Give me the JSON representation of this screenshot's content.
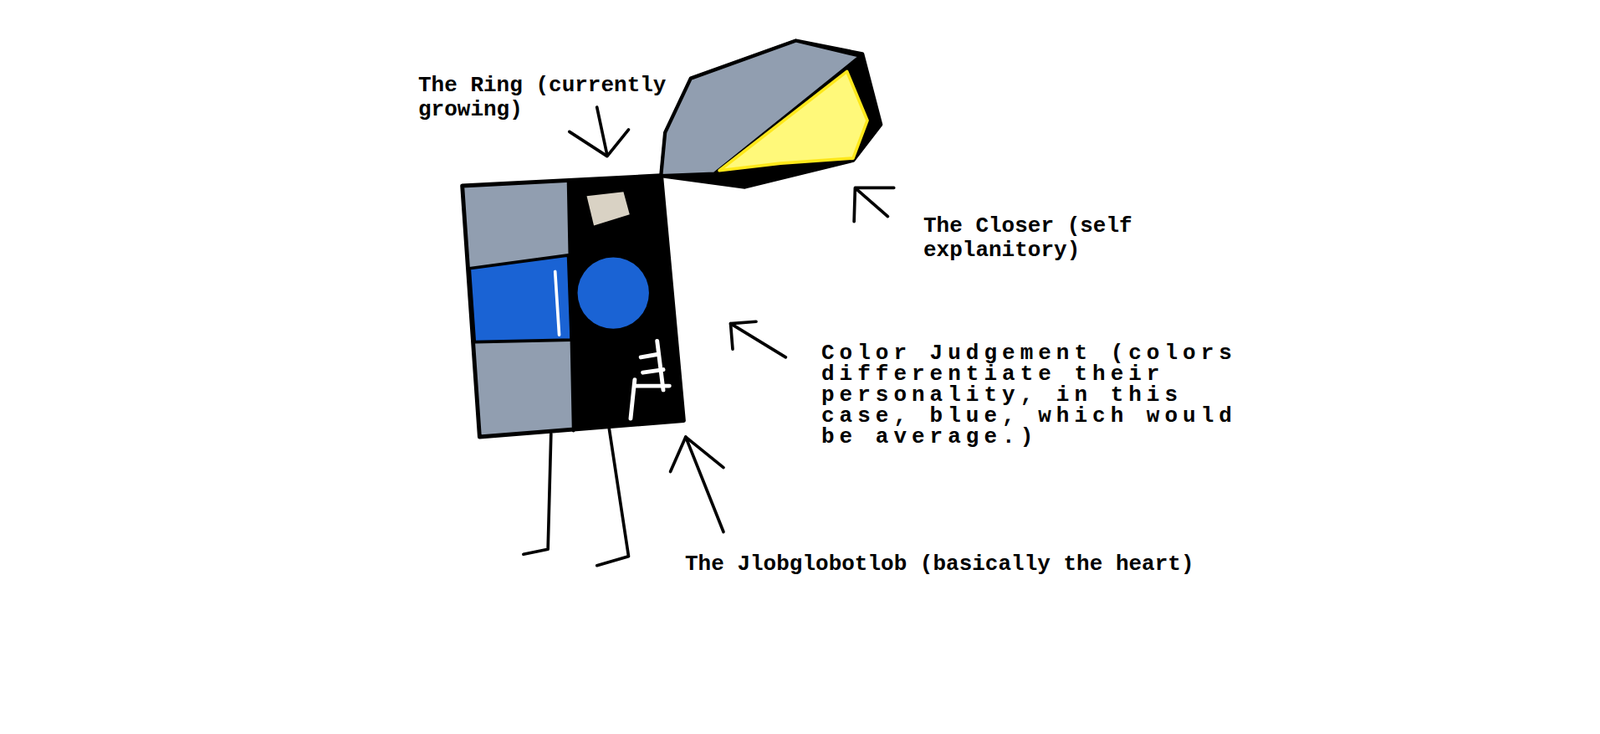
{
  "diagram": {
    "labels": [
      "The Ring (currently growing)",
      "The Closer (self explanitory)",
      "Color Judgement (colors differentiate their personality, in this case, blue, which would be average.)",
      "The Jlobglobotlob (basically the heart)"
    ]
  }
}
